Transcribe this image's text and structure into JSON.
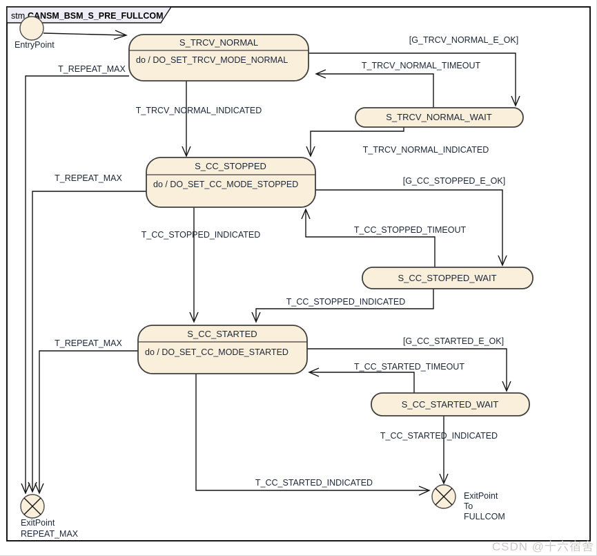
{
  "frame": {
    "keyword": "stm",
    "title": "CANSM_BSM_S_PRE_FULLCOM"
  },
  "states": {
    "trcv_normal": {
      "name": "S_TRCV_NORMAL",
      "action": "do / DO_SET_TRCV_MODE_NORMAL"
    },
    "trcv_normal_wait": {
      "name": "S_TRCV_NORMAL_WAIT"
    },
    "cc_stopped": {
      "name": "S_CC_STOPPED",
      "action": "do / DO_SET_CC_MODE_STOPPED"
    },
    "cc_stopped_wait": {
      "name": "S_CC_STOPPED_WAIT"
    },
    "cc_started": {
      "name": "S_CC_STARTED",
      "action": "do / DO_SET_CC_MODE_STARTED"
    },
    "cc_started_wait": {
      "name": "S_CC_STARTED_WAIT"
    }
  },
  "pseudostates": {
    "entry": {
      "label": "EntryPoint"
    },
    "exit_repeat_max": {
      "line1": "ExitPoint",
      "line2": "REPEAT_MAX"
    },
    "exit_fullcom": {
      "line1": "ExitPoint",
      "line2": "To",
      "line3": "FULLCOM"
    }
  },
  "transitions": {
    "g_trcv_normal_e_ok": "[G_TRCV_NORMAL_E_OK]",
    "t_trcv_normal_timeout": "T_TRCV_NORMAL_TIMEOUT",
    "t_trcv_normal_indicated_1": "T_TRCV_NORMAL_INDICATED",
    "t_trcv_normal_indicated_2": "T_TRCV_NORMAL_INDICATED",
    "t_repeat_max_1": "T_REPEAT_MAX",
    "t_repeat_max_2": "T_REPEAT_MAX",
    "t_repeat_max_3": "T_REPEAT_MAX",
    "g_cc_stopped_e_ok": "[G_CC_STOPPED_E_OK]",
    "t_cc_stopped_timeout": "T_CC_STOPPED_TIMEOUT",
    "t_cc_stopped_indicated_1": "T_CC_STOPPED_INDICATED",
    "t_cc_stopped_indicated_2": "T_CC_STOPPED_INDICATED",
    "g_cc_started_e_ok": "[G_CC_STARTED_E_OK]",
    "t_cc_started_timeout": "T_CC_STARTED_TIMEOUT",
    "t_cc_started_indicated_1": "T_CC_STARTED_INDICATED",
    "t_cc_started_indicated_2": "T_CC_STARTED_INDICATED"
  },
  "watermark": "CSDN @十六宿舍",
  "colors": {
    "state_fill": "#faefdb",
    "state_border": "#3f3f3f",
    "tab_fill": "#efeef7",
    "text": "#1b2636",
    "line": "#141414",
    "watermark": "#cfc9c9"
  }
}
